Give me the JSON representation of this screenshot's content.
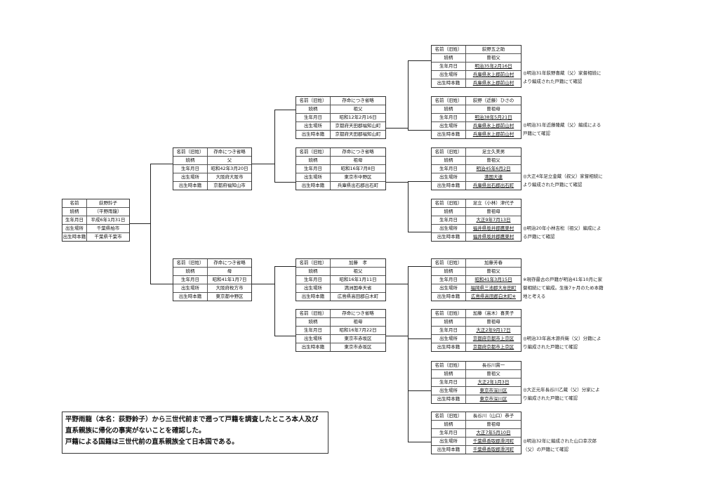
{
  "labels": {
    "name": "名前",
    "name_old": "名前（旧姓）",
    "relation": "続柄",
    "birth_date": "生年月日",
    "birth_place": "出生場所",
    "birth_register": "出生時本籍"
  },
  "root": {
    "name": "荻野鈴子",
    "relation": "（平野雨龍）",
    "birth_date": "平成6年1月31日",
    "birth_place": "千葉県柏市",
    "birth_register": "千葉県千葉市"
  },
  "father": {
    "name": "存命につき省略",
    "relation": "父",
    "birth_date": "昭和42年3月20日",
    "birth_place": "大阪府大阪市",
    "birth_register": "京都府福知山市"
  },
  "mother": {
    "name": "存命につき省略",
    "relation": "母",
    "birth_date": "昭和41年1月7日",
    "birth_place": "大阪府枚方市",
    "birth_register": "東京都中野区"
  },
  "pat_grandfather": {
    "name": "存命につき省略",
    "relation": "祖父",
    "birth_date": "昭和12年2月16日",
    "birth_place": "京都府天田郡福知山町",
    "birth_register": "京都府天田郡福知山町"
  },
  "pat_grandmother": {
    "name": "存命につき省略",
    "relation": "祖母",
    "birth_date": "昭和16年7月8日",
    "birth_place": "東京市中野区",
    "birth_register": "兵庫県出石郡出石町"
  },
  "mat_grandfather": {
    "name": "加藤　孝",
    "relation": "祖父",
    "birth_date": "昭和16年1月11日",
    "birth_place": "満洲国奉天省",
    "birth_register": "広島県高田郡白木町"
  },
  "mat_grandmother": {
    "name": "存命につき省略",
    "relation": "祖母",
    "birth_date": "昭和16年7月22日",
    "birth_place": "東京市赤坂区",
    "birth_register": "東京市赤坂区"
  },
  "gg1": {
    "name": "荻野五之助",
    "relation": "曽祖父",
    "birth_date": "明治35年2月16日",
    "birth_place": "兵庫県氷上郡前山村",
    "birth_register": "兵庫県氷上郡前山村"
  },
  "gg2": {
    "name": "荻野（近藤）ひさの",
    "relation": "曽祖母",
    "birth_date": "明治38年5月21日",
    "birth_place": "兵庫県氷上郡前山村",
    "birth_register": "兵庫県氷上郡前山村"
  },
  "gg3": {
    "name": "足立久美男",
    "relation": "曽祖父",
    "birth_date": "明治45年6月2日",
    "birth_place": "満国大連",
    "birth_register": "兵庫県出石郡出石町"
  },
  "gg4": {
    "name": "足立（小林）津代子",
    "relation": "曽祖母",
    "birth_date": "大正9年7月13日",
    "birth_place": "福井県坂井郡鷹巣村",
    "birth_register": "福井県坂井郡鷹巣村"
  },
  "gg5": {
    "name": "加藤芳春",
    "relation": "曽祖父",
    "birth_date": "昭和41年3月15日",
    "birth_place": "福岡県三池郡大牟田町",
    "birth_register": "広島県高田郡白木町※"
  },
  "gg6": {
    "name": "加藤（高木）喜美子",
    "relation": "曽祖母",
    "birth_date": "大正2年9月17日",
    "birth_place": "京都府京都市上京区",
    "birth_register": "京都府京都市上京区"
  },
  "gg7": {
    "name": "長谷川貫一",
    "relation": "曽祖父",
    "birth_date": "大正2年1月3日",
    "birth_place": "東京市深川区",
    "birth_register": "東京市深川区"
  },
  "gg8": {
    "name": "長谷川（山口）恭子",
    "relation": "曽祖母",
    "birth_date": "大正7年5月10日",
    "birth_place": "千葉県香取郡滑河町",
    "birth_register": "千葉県香取郡滑河町"
  },
  "notes": {
    "n1": "◎明治31年荻野喜蔵（父）家督相続により編成された戸籍にて確認",
    "n2": "◎明治31年近藤隆蔵（父）編成による戸籍にて確認",
    "n3": "◎大正4年足立金蔵（叔父）家督相続により編成された戸籍にて確認",
    "n4": "◎明治20年小林吉松（祖父）編成による戸籍にて確認",
    "n5": "※現存最古の戸籍が明治41年10月に家督相続にて編成。生後7ヶ月のため本籍地と考える",
    "n6": "◎明治33年高木源兵衛（父）分籍により編成された戸籍にて確認",
    "n7": "◎大正元年長谷川乙蔵（父）分家により編成された戸籍にて確認",
    "n8": "◎明治32年に編成された山口幸次郎（父）の戸籍にて確認"
  },
  "summary": {
    "line1": "平野雨龍（本名：荻野鈴子）から三世代前まで遡って戸籍を調査したところ本人及び直系親族に帰化の事実がないことを確認した。",
    "line2": "戸籍による国籍は三世代前の直系親族全て日本国である。"
  }
}
